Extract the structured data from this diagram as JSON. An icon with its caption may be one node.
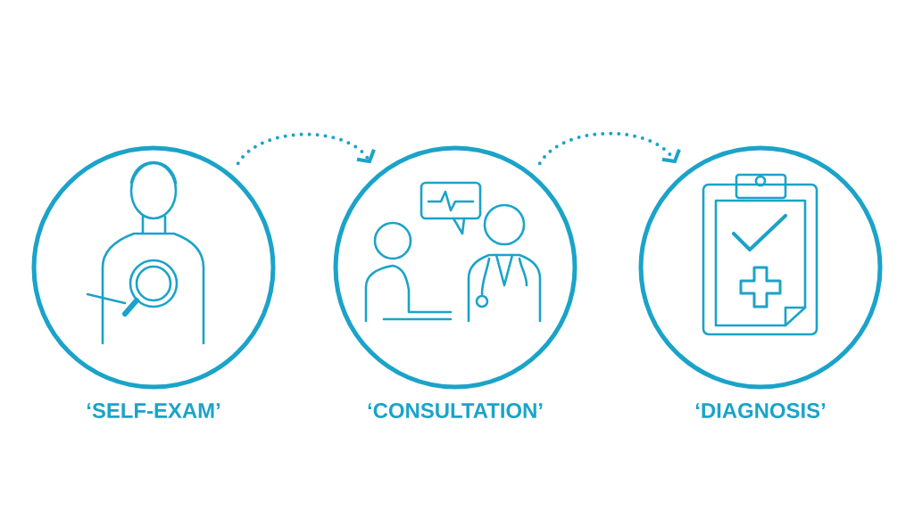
{
  "diagram": {
    "nodes": [
      {
        "text": [
          "‘SELF-EXAM’"
        ]
      },
      {
        "text": [
          "‘CONSULTATION’"
        ]
      },
      {
        "text": [
          "‘DIAGNOSIS’"
        ]
      }
    ],
    "edges": [
      {
        "from": 0,
        "to": 1,
        "arrow": "to",
        "style": "dashed"
      },
      {
        "from": 1,
        "to": 2,
        "arrow": "to",
        "style": "dashed"
      }
    ]
  }
}
